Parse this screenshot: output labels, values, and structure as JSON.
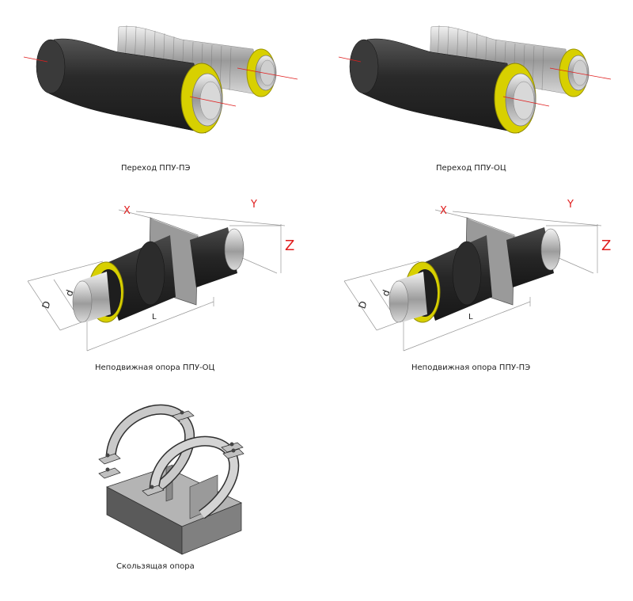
{
  "items": [
    {
      "id": "transition-ppu-pe",
      "caption": "Переход ППУ-ПЭ"
    },
    {
      "id": "transition-ppu-oc",
      "caption": "Переход ППУ-ОЦ"
    },
    {
      "id": "fixed-support-ppu-oc",
      "caption": "Неподвижная опора ППУ-ОЦ"
    },
    {
      "id": "fixed-support-ppu-pe",
      "caption": "Неподвижная опора ППУ-ПЭ"
    },
    {
      "id": "sliding-support",
      "caption": "Скользящая опора"
    }
  ],
  "dimensions": {
    "x": "X",
    "y": "Y",
    "z": "Z",
    "outer_d": "D",
    "inner_d": "d",
    "length": "L"
  },
  "colors": {
    "jacket": "#2e2e2e",
    "insulation": "#d8d000",
    "steel": "#b9b9b9",
    "dim_red": "#e01e1e"
  }
}
